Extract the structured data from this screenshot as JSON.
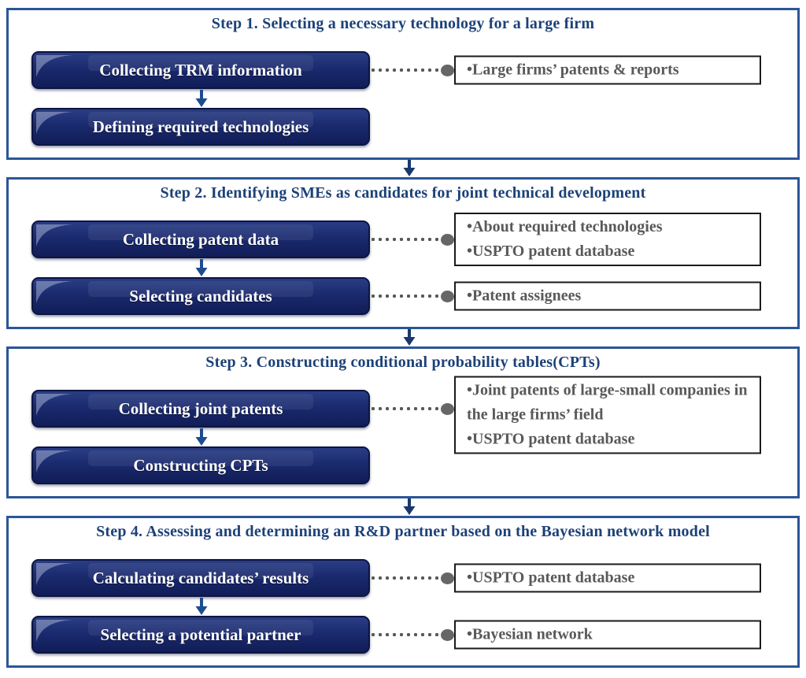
{
  "colors": {
    "panel_border": "#2b5697",
    "title_text": "#1c4178",
    "button_fill_top": "#2a3d85",
    "button_fill_bottom": "#111d57",
    "button_border": "#0c1541",
    "button_text": "#ffffff",
    "note_text": "#595959",
    "note_border": "#1a1a1a",
    "connector_dot": "#595959",
    "button_arrow": "#1d4d8f",
    "section_arrow": "#19386e"
  },
  "steps": [
    {
      "title": "Step 1. Selecting a necessary technology for a large firm",
      "button1": "Collecting TRM information",
      "button2": "Defining required technologies",
      "note1": [
        "•Large firms’ patents & reports"
      ]
    },
    {
      "title": "Step 2. Identifying SMEs as candidates for joint technical development",
      "button1": "Collecting patent data",
      "button2": "Selecting candidates",
      "note1": [
        "•About required technologies",
        "•USPTO patent database"
      ],
      "note2": [
        "•Patent assignees"
      ]
    },
    {
      "title": "Step 3. Constructing conditional probability tables(CPTs)",
      "button1": "Collecting joint patents",
      "button2": "Constructing CPTs",
      "note1": [
        "•Joint patents of large-small companies in the large firms’ field",
        "•USPTO patent database"
      ]
    },
    {
      "title": "Step 4. Assessing and determining an R&D partner based on the Bayesian network model",
      "button1": "Calculating candidates’ results",
      "button2": "Selecting a potential partner",
      "note1": [
        "•USPTO patent database"
      ],
      "note2": [
        "•Bayesian network"
      ]
    }
  ]
}
